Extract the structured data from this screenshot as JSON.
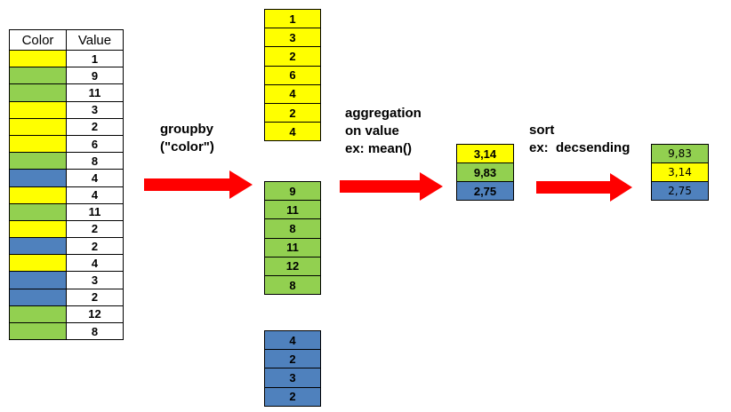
{
  "colors": {
    "yellow": "#ffff00",
    "green": "#92d050",
    "blue": "#4f81bd"
  },
  "table": {
    "headers": [
      "Color",
      "Value"
    ],
    "rows": [
      {
        "color": "yellow",
        "value": "1"
      },
      {
        "color": "green",
        "value": "9"
      },
      {
        "color": "green",
        "value": "11"
      },
      {
        "color": "yellow",
        "value": "3"
      },
      {
        "color": "yellow",
        "value": "2"
      },
      {
        "color": "yellow",
        "value": "6"
      },
      {
        "color": "green",
        "value": "8"
      },
      {
        "color": "blue",
        "value": "4"
      },
      {
        "color": "yellow",
        "value": "4"
      },
      {
        "color": "green",
        "value": "11"
      },
      {
        "color": "yellow",
        "value": "2"
      },
      {
        "color": "blue",
        "value": "2"
      },
      {
        "color": "yellow",
        "value": "4"
      },
      {
        "color": "blue",
        "value": "3"
      },
      {
        "color": "blue",
        "value": "2"
      },
      {
        "color": "green",
        "value": "12"
      },
      {
        "color": "green",
        "value": "8"
      }
    ]
  },
  "labels": {
    "groupby": "groupby\n(\"color\")",
    "aggregation": "aggregation\non value\nex: mean()",
    "sort": "sort\nex:  decsending"
  },
  "groups": {
    "yellow": [
      "1",
      "3",
      "2",
      "6",
      "4",
      "2",
      "4"
    ],
    "green": [
      "9",
      "11",
      "8",
      "11",
      "12",
      "8"
    ],
    "blue": [
      "4",
      "2",
      "3",
      "2"
    ]
  },
  "aggregated": [
    {
      "color": "yellow",
      "value": "3,14"
    },
    {
      "color": "green",
      "value": "9,83"
    },
    {
      "color": "blue",
      "value": "2,75"
    }
  ],
  "sorted": [
    {
      "color": "green",
      "value": "9,83"
    },
    {
      "color": "yellow",
      "value": "3,14"
    },
    {
      "color": "blue",
      "value": "2,75"
    }
  ]
}
